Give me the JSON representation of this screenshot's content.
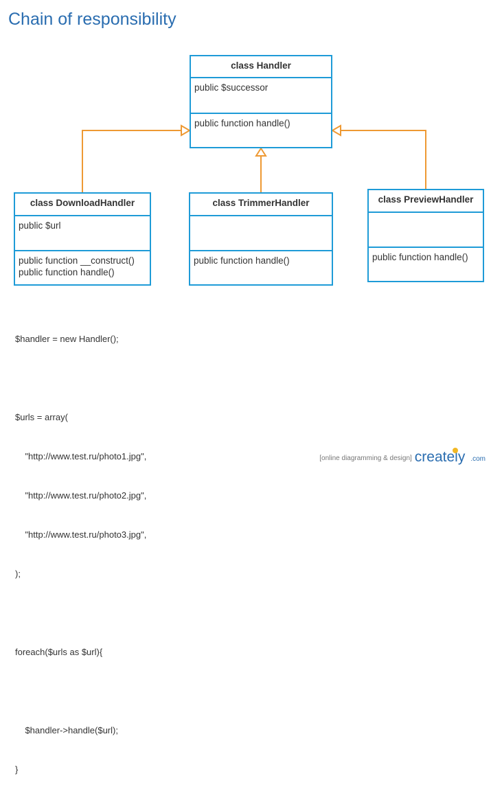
{
  "title": "Chain of responsibility",
  "colors": {
    "border": "#1e9bd7",
    "arrow": "#ee9933",
    "title": "#2a6db0"
  },
  "classes": {
    "handler": {
      "name": "class Handler",
      "attributes": [
        "public $successor"
      ],
      "methods": [
        "public function handle()"
      ]
    },
    "download": {
      "name": "class DownloadHandler",
      "attributes": [
        "public $url"
      ],
      "methods": [
        "public function __construct()",
        "public function handle()"
      ]
    },
    "trimmer": {
      "name": "class TrimmerHandler",
      "attributes": [],
      "methods": [
        "public function handle()"
      ]
    },
    "preview": {
      "name": "class PreviewHandler",
      "attributes": [],
      "methods": [
        "public function handle()"
      ]
    }
  },
  "code": [
    "$handler = new Handler();",
    "",
    "$urls = array(",
    "    \"http://www.test.ru/photo1.jpg\",",
    "    \"http://www.test.ru/photo2.jpg\",",
    "    \"http://www.test.ru/photo3.jpg\",",
    ");",
    "",
    "foreach($urls as $url){",
    "",
    "    $handler->handle($url);",
    "}"
  ],
  "footer": {
    "tagline": "[online diagramming & design]",
    "logo": "creately",
    "domain": ".com"
  }
}
